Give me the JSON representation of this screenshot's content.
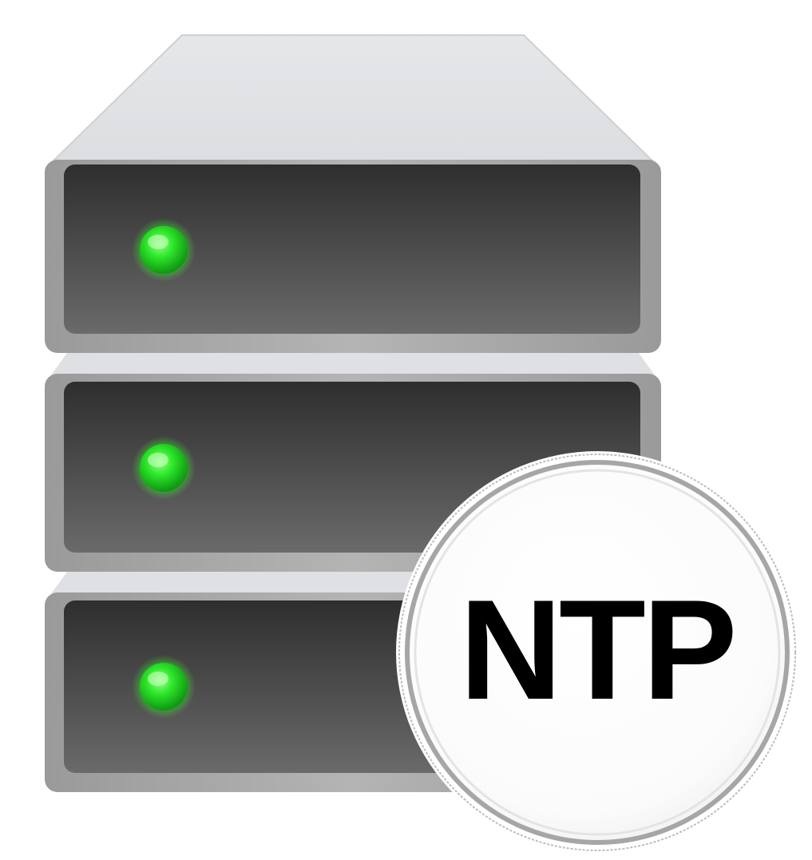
{
  "badge": {
    "label": "NTP",
    "icon": "clock-badge-icon"
  },
  "server": {
    "icon": "server-stack-icon",
    "units": [
      {
        "name": "server-unit-top",
        "status": "on"
      },
      {
        "name": "server-unit-middle",
        "status": "on"
      },
      {
        "name": "server-unit-bottom",
        "status": "on"
      }
    ]
  },
  "colors": {
    "led_on": "#22e61a",
    "panel_dark": "#2f2f2f",
    "panel_light": "#6a6a6a",
    "chassis": "#e3e4e7",
    "badge_ring": "#a8a8a8"
  }
}
